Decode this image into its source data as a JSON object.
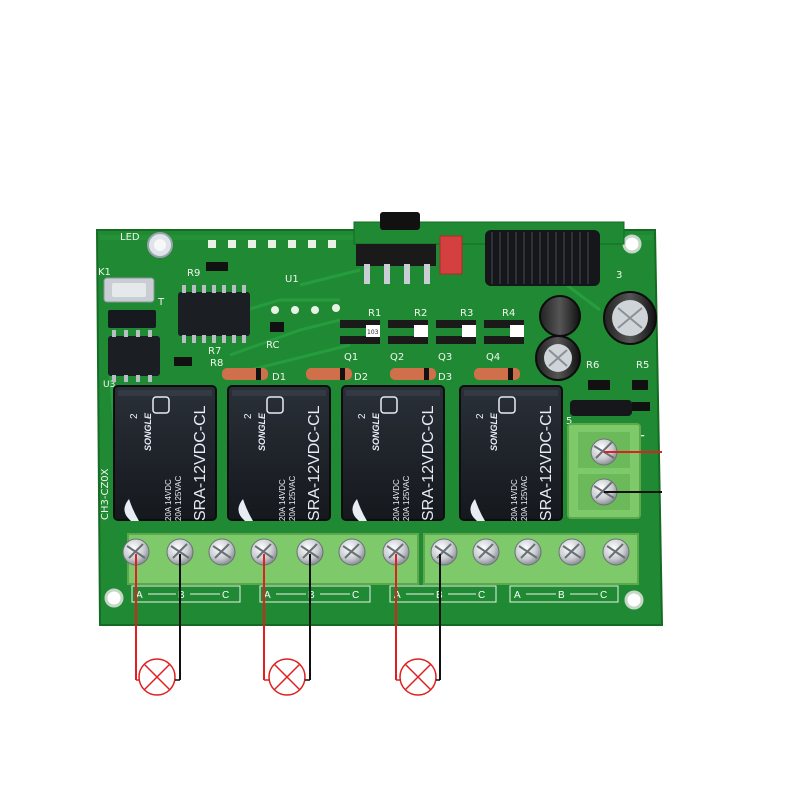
{
  "board": {
    "led_label": "LED",
    "k1_label": "K1",
    "t_label": "T",
    "u1_label": "U1",
    "u3_label": "U3",
    "r9_label": "R9",
    "r7_label": "R7",
    "r8_label": "R8",
    "rc_label": "RC",
    "r6_label": "R6",
    "r5_label": "R5",
    "pin3_label": "3",
    "pin5_label": "5",
    "side_label": "CH3-CZ0X",
    "plus_label": "+",
    "resistors": [
      "R1",
      "R2",
      "R3",
      "R4"
    ],
    "transistors": [
      "Q1",
      "Q2",
      "Q3",
      "Q4"
    ],
    "diodes": [
      "D1",
      "D2",
      "D3"
    ],
    "smd_marking": "103"
  },
  "relays": [
    {
      "brand": "SONGLE",
      "model": "SRA-12VDC-CL",
      "rating_1": "20A 14VDC",
      "rating_2": "20A 125VAC",
      "pin": "2"
    },
    {
      "brand": "SONGLE",
      "model": "SRA-12VDC-CL",
      "rating_1": "20A 14VDC",
      "rating_2": "20A 125VAC",
      "pin": "2"
    },
    {
      "brand": "SONGLE",
      "model": "SRA-12VDC-CL",
      "rating_1": "20A 14VDC",
      "rating_2": "20A 125VAC",
      "pin": "2"
    },
    {
      "brand": "SONGLE",
      "model": "SRA-12VDC-CL",
      "rating_1": "20A 14VDC",
      "rating_2": "20A 125VAC",
      "pin": "2"
    }
  ],
  "terminal_groups": [
    {
      "a": "A",
      "b": "B",
      "c": "C"
    },
    {
      "a": "A",
      "b": "B",
      "c": "C"
    },
    {
      "a": "A",
      "b": "B",
      "c": "C"
    },
    {
      "a": "A",
      "b": "B",
      "c": "C"
    }
  ],
  "colors": {
    "pcb": "#1f8a33",
    "pcb_dark": "#176b27",
    "relay": "#1c2026",
    "terminal": "#7ec96a",
    "wire_red": "#e02020",
    "wire_black": "#111111",
    "lamp": "#e02020"
  },
  "icons": [
    "relay-icon",
    "lamp-icon",
    "screw-terminal-icon",
    "capacitor-icon",
    "antenna-icon"
  ]
}
